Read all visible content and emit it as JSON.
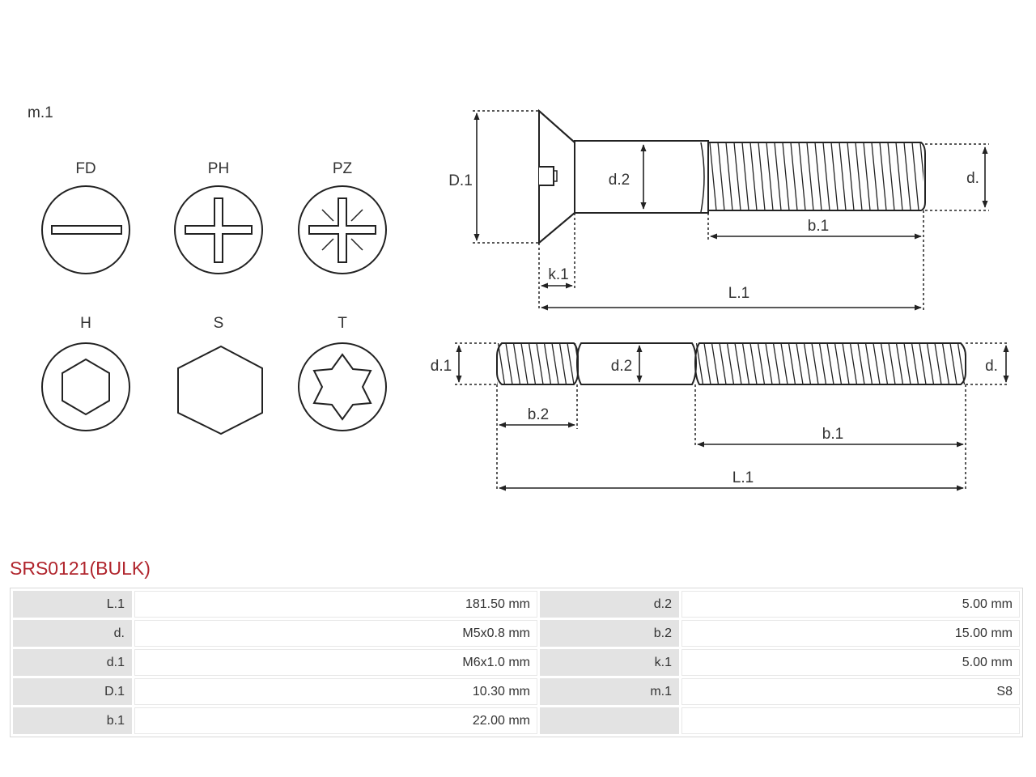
{
  "drawing": {
    "head_types_label": "m.1",
    "head_types": [
      "FD",
      "PH",
      "PZ",
      "H",
      "S",
      "T"
    ],
    "screw_labels": {
      "D1": "D.1",
      "d2": "d.2",
      "d": "d.",
      "b1": "b.1",
      "k1": "k.1",
      "L1": "L.1"
    },
    "stud_labels": {
      "d1": "d.1",
      "d2": "d.2",
      "d": "d.",
      "b2": "b.2",
      "b1": "b.1",
      "L1": "L.1"
    }
  },
  "product": {
    "title": "SRS0121(BULK)"
  },
  "specs": [
    {
      "label_a": "L.1",
      "value_a": "181.50 mm",
      "label_b": "d.2",
      "value_b": "5.00 mm"
    },
    {
      "label_a": "d.",
      "value_a": "M5x0.8 mm",
      "label_b": "b.2",
      "value_b": "15.00 mm"
    },
    {
      "label_a": "d.1",
      "value_a": "M6x1.0 mm",
      "label_b": "k.1",
      "value_b": "5.00 mm"
    },
    {
      "label_a": "D.1",
      "value_a": "10.30 mm",
      "label_b": "m.1",
      "value_b": "S8"
    },
    {
      "label_a": "b.1",
      "value_a": "22.00 mm",
      "label_b": "",
      "value_b": ""
    }
  ]
}
